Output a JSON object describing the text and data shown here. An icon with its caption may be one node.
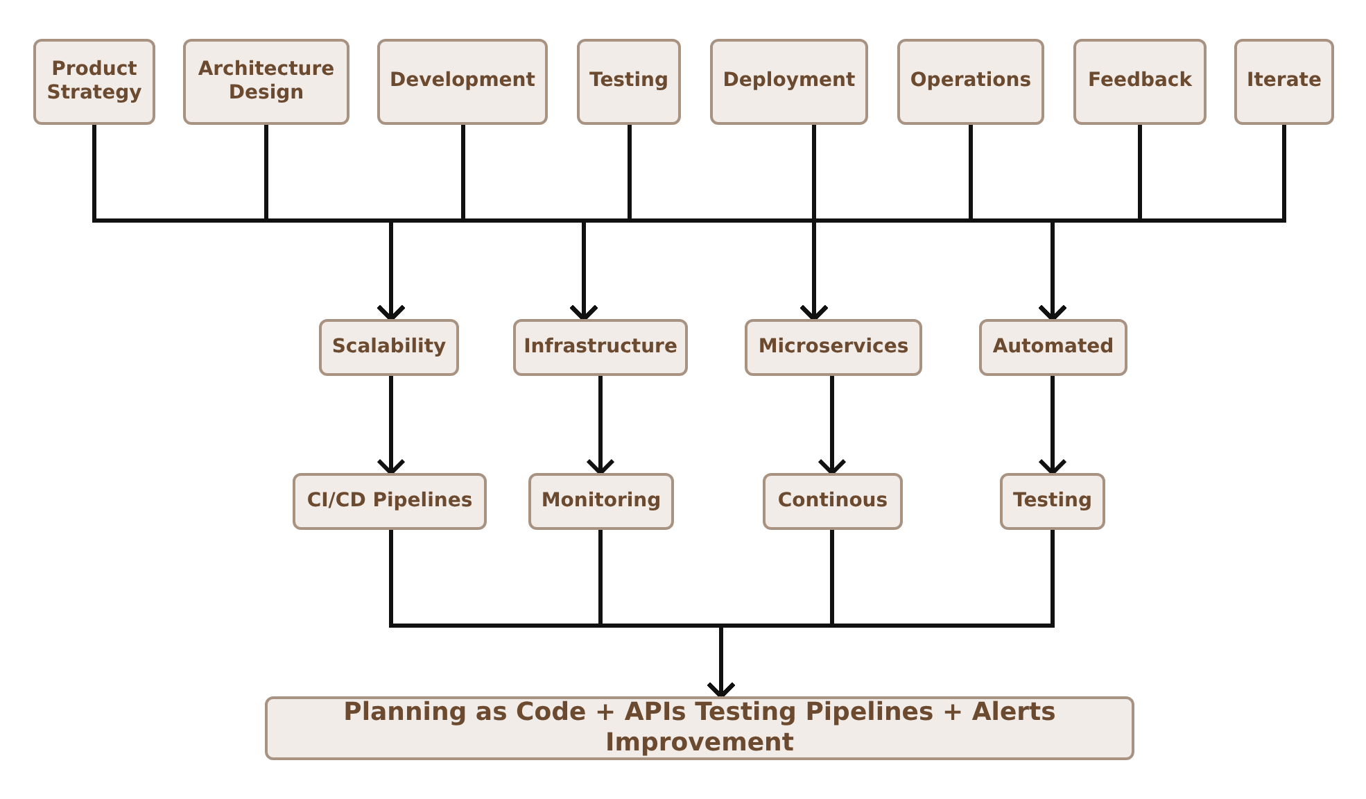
{
  "diagram": {
    "nodes": [
      {
        "text": [
          "Product Strategy"
        ]
      },
      {
        "text": [
          "Architecture Design"
        ]
      },
      {
        "text": [
          "Development"
        ]
      },
      {
        "text": [
          "Testing"
        ]
      },
      {
        "text": [
          "Deployment"
        ]
      },
      {
        "text": [
          "Operations"
        ]
      },
      {
        "text": [
          "Feedback"
        ]
      },
      {
        "text": [
          "Iterate"
        ]
      },
      {
        "text": [
          "Scalability"
        ]
      },
      {
        "text": [
          "Infrastructure"
        ]
      },
      {
        "text": [
          "Microservices"
        ]
      },
      {
        "text": [
          "Automated"
        ]
      },
      {
        "text": [
          "CI/CD Pipelines"
        ]
      },
      {
        "text": [
          "Monitoring"
        ]
      },
      {
        "text": [
          "Continous"
        ]
      },
      {
        "text": [
          "Testing"
        ]
      },
      {
        "text": [
          "Planning as Code + APIs Testing Pipelines + Alerts Improvement"
        ]
      }
    ],
    "edges": [
      {
        "from": 0,
        "to": 8,
        "arrow": "to"
      },
      {
        "from": 0,
        "to": 9,
        "arrow": "to"
      },
      {
        "from": 0,
        "to": 10,
        "arrow": "to"
      },
      {
        "from": 0,
        "to": 11,
        "arrow": "to"
      },
      {
        "from": 1,
        "to": 8,
        "arrow": "to"
      },
      {
        "from": 1,
        "to": 9,
        "arrow": "to"
      },
      {
        "from": 1,
        "to": 10,
        "arrow": "to"
      },
      {
        "from": 1,
        "to": 11,
        "arrow": "to"
      },
      {
        "from": 2,
        "to": 8,
        "arrow": "to"
      },
      {
        "from": 2,
        "to": 9,
        "arrow": "to"
      },
      {
        "from": 2,
        "to": 10,
        "arrow": "to"
      },
      {
        "from": 2,
        "to": 11,
        "arrow": "to"
      },
      {
        "from": 3,
        "to": 8,
        "arrow": "to"
      },
      {
        "from": 3,
        "to": 9,
        "arrow": "to"
      },
      {
        "from": 3,
        "to": 10,
        "arrow": "to"
      },
      {
        "from": 3,
        "to": 11,
        "arrow": "to"
      },
      {
        "from": 4,
        "to": 8,
        "arrow": "to"
      },
      {
        "from": 4,
        "to": 9,
        "arrow": "to"
      },
      {
        "from": 4,
        "to": 10,
        "arrow": "to"
      },
      {
        "from": 4,
        "to": 11,
        "arrow": "to"
      },
      {
        "from": 5,
        "to": 8,
        "arrow": "to"
      },
      {
        "from": 5,
        "to": 9,
        "arrow": "to"
      },
      {
        "from": 5,
        "to": 10,
        "arrow": "to"
      },
      {
        "from": 5,
        "to": 11,
        "arrow": "to"
      },
      {
        "from": 6,
        "to": 8,
        "arrow": "to"
      },
      {
        "from": 6,
        "to": 9,
        "arrow": "to"
      },
      {
        "from": 6,
        "to": 10,
        "arrow": "to"
      },
      {
        "from": 6,
        "to": 11,
        "arrow": "to"
      },
      {
        "from": 7,
        "to": 8,
        "arrow": "to"
      },
      {
        "from": 7,
        "to": 9,
        "arrow": "to"
      },
      {
        "from": 7,
        "to": 10,
        "arrow": "to"
      },
      {
        "from": 7,
        "to": 11,
        "arrow": "to"
      },
      {
        "from": 8,
        "to": 12,
        "arrow": "to"
      },
      {
        "from": 9,
        "to": 13,
        "arrow": "to"
      },
      {
        "from": 10,
        "to": 14,
        "arrow": "to"
      },
      {
        "from": 11,
        "to": 15,
        "arrow": "to"
      },
      {
        "from": 12,
        "to": 16,
        "arrow": "to"
      },
      {
        "from": 13,
        "to": 16,
        "arrow": "to"
      },
      {
        "from": 14,
        "to": 16,
        "arrow": "to"
      },
      {
        "from": 15,
        "to": 16,
        "arrow": "to"
      }
    ]
  }
}
